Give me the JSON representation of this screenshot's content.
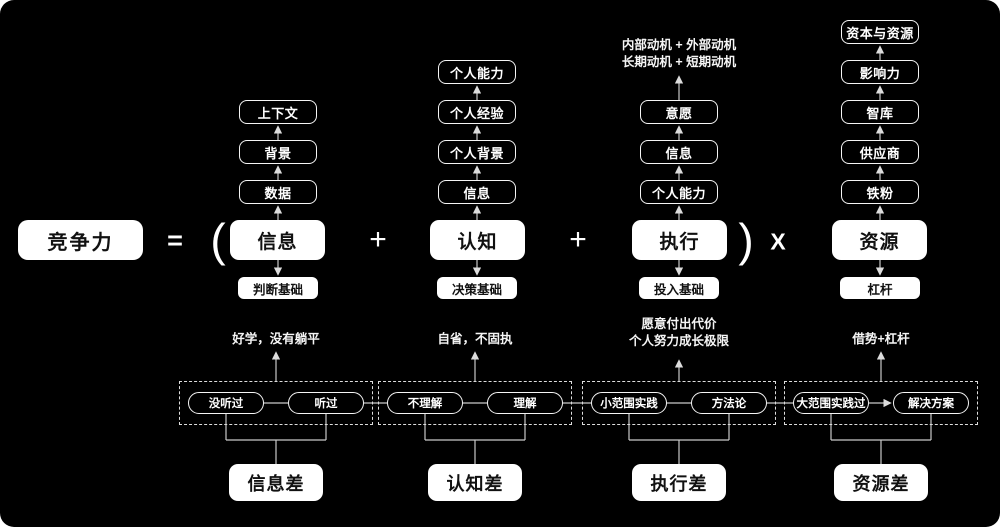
{
  "formula": {
    "result": "竞争力",
    "equals": "=",
    "open_paren": "(",
    "plus": "+",
    "close_paren": ")",
    "multiply": "X"
  },
  "columns": [
    {
      "main": "信息",
      "base": "判断基础",
      "inputs": [
        "数据",
        "背景",
        "上下文"
      ]
    },
    {
      "main": "认知",
      "base": "决策基础",
      "inputs": [
        "信息",
        "个人背景",
        "个人经验",
        "个人能力"
      ]
    },
    {
      "main": "执行",
      "base": "投入基础",
      "inputs": [
        "个人能力",
        "信息",
        "意愿"
      ],
      "note": [
        "内部动机 + 外部动机",
        "长期动机 + 短期动机"
      ]
    },
    {
      "main": "资源",
      "base": "杠杆",
      "inputs": [
        "铁粉",
        "供应商",
        "智库",
        "影响力",
        "资本与资源"
      ]
    }
  ],
  "gaps": [
    {
      "label": "信息差",
      "note": [
        "好学，没有躺平"
      ],
      "left": "没听过",
      "right": "听过"
    },
    {
      "label": "认知差",
      "note": [
        "自省，不固执"
      ],
      "left": "不理解",
      "right": "理解"
    },
    {
      "label": "执行差",
      "note": [
        "愿意付出代价",
        "个人努力成长极限"
      ],
      "left": "小范围实践",
      "right": "方法论"
    },
    {
      "label": "资源差",
      "note": [
        "借势+杠杆"
      ],
      "left": "大范围实践过",
      "right": "解决方案"
    }
  ],
  "colors": {
    "canvas": "#000000",
    "box_fill": "#ffffff",
    "box_text": "#111111",
    "outline": "#ffffff",
    "connector": "#c9c9c9"
  }
}
